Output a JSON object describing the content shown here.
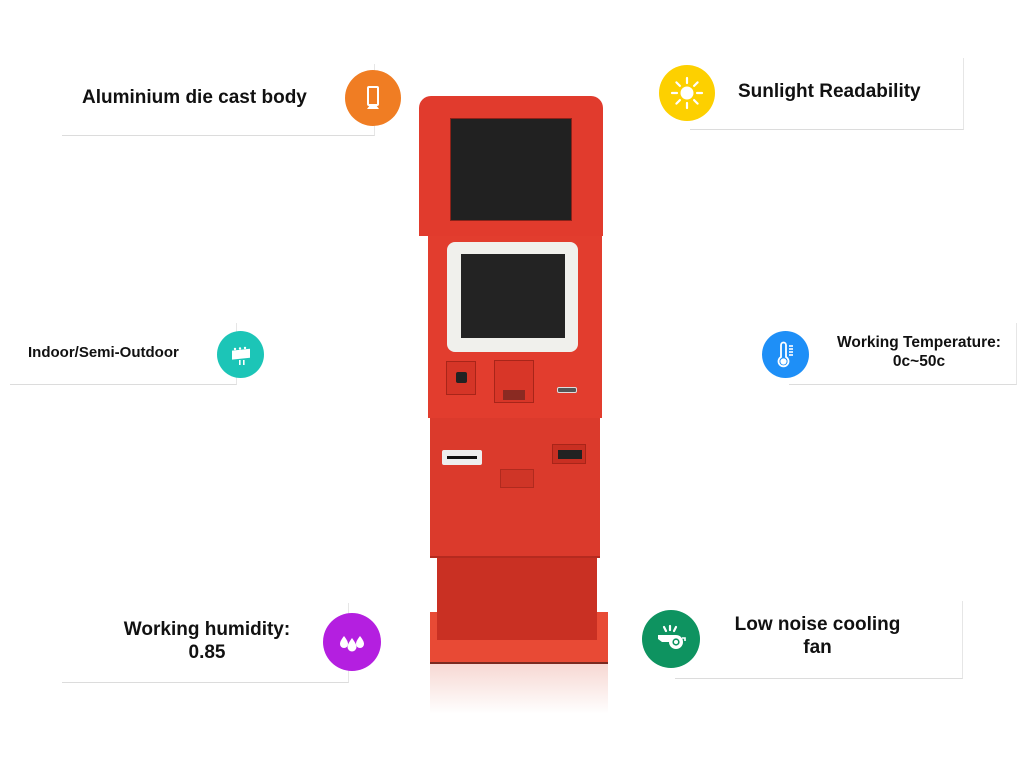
{
  "features": [
    {
      "id": "body",
      "label": "Aluminium die cast body",
      "icon": "kiosk-icon",
      "color": "#F07D23"
    },
    {
      "id": "sunlight",
      "label": "Sunlight Readability",
      "icon": "sun-icon",
      "color": "#FDD000"
    },
    {
      "id": "indoor",
      "label": "Indoor/Semi-Outdoor",
      "icon": "billboard-icon",
      "color": "#1CC5B7"
    },
    {
      "id": "temperature",
      "label": "Working Temperature:\n0c~50c",
      "icon": "thermometer-icon",
      "color": "#1E8FF7"
    },
    {
      "id": "humidity",
      "label": "Working humidity:\n0.85",
      "icon": "water-drops-icon",
      "color": "#B41FE0"
    },
    {
      "id": "cooling",
      "label": "Low noise cooling\nfan",
      "icon": "whistle-icon",
      "color": "#0E9360"
    }
  ],
  "product": {
    "name": "dual-screen kiosk",
    "body_color": "#E0392B"
  }
}
